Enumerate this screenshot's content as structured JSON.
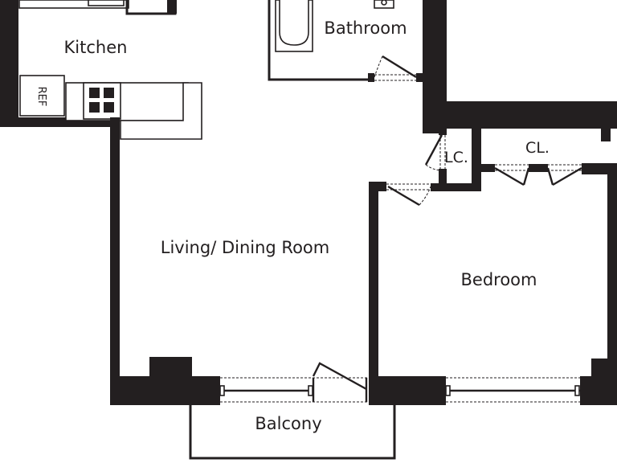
{
  "rooms": {
    "kitchen": "Kitchen",
    "bathroom": "Bathroom",
    "living_dining": "Living/ Dining Room",
    "bedroom": "Bedroom",
    "linen_closet": "LC.",
    "closet": "CL.",
    "balcony": "Balcony"
  },
  "appliances": {
    "refrigerator": "REF"
  }
}
